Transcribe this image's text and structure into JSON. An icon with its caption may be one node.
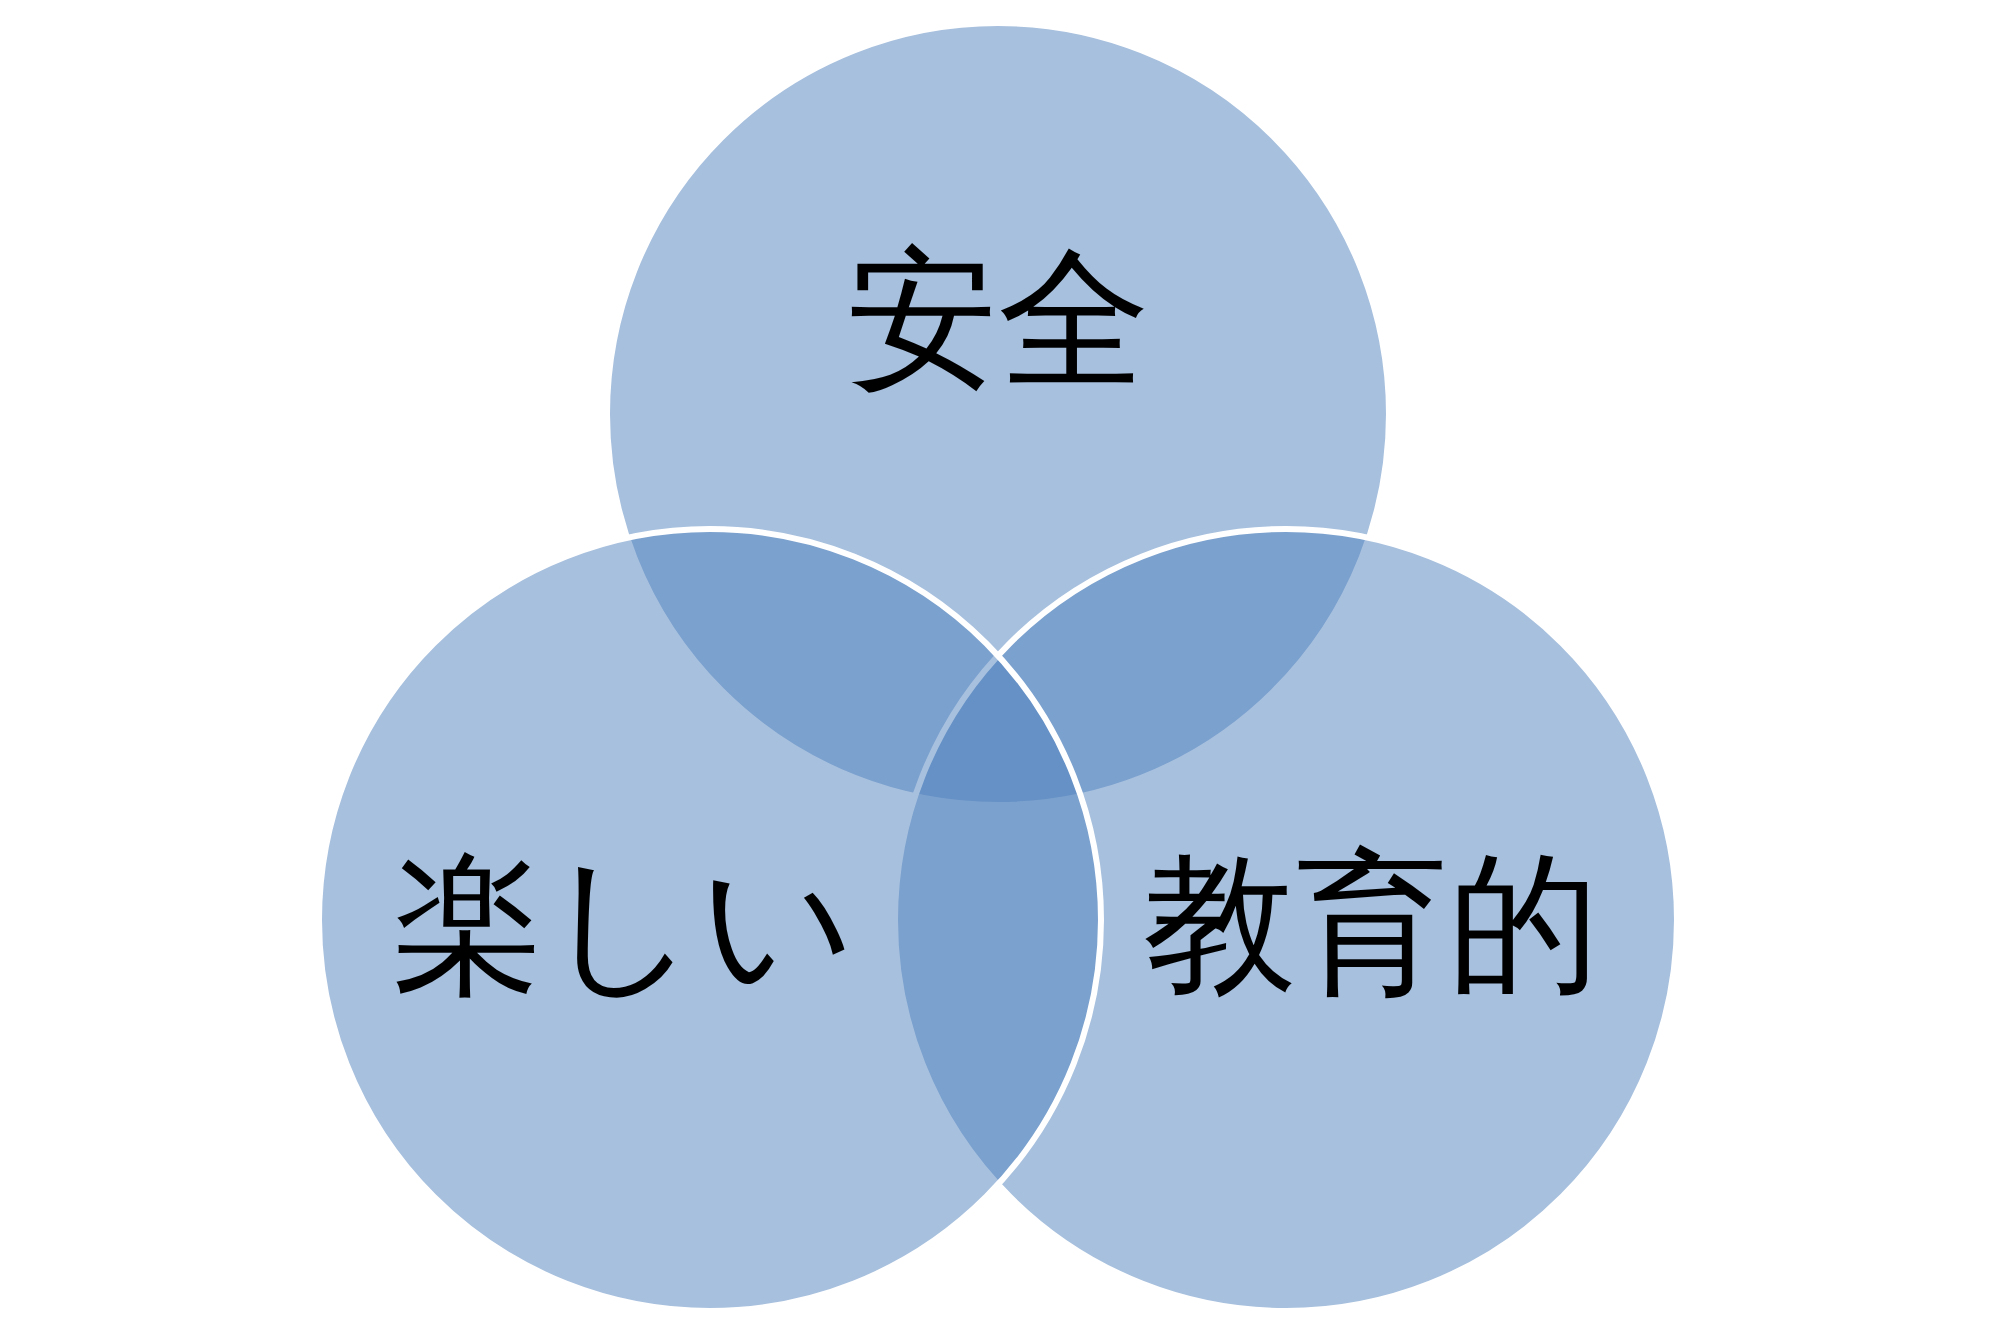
{
  "diagram": {
    "nodes": [
      {
        "text": [
          "安全"
        ]
      },
      {
        "text": [
          "楽しい"
        ]
      },
      {
        "text": [
          "教育的"
        ]
      }
    ]
  }
}
